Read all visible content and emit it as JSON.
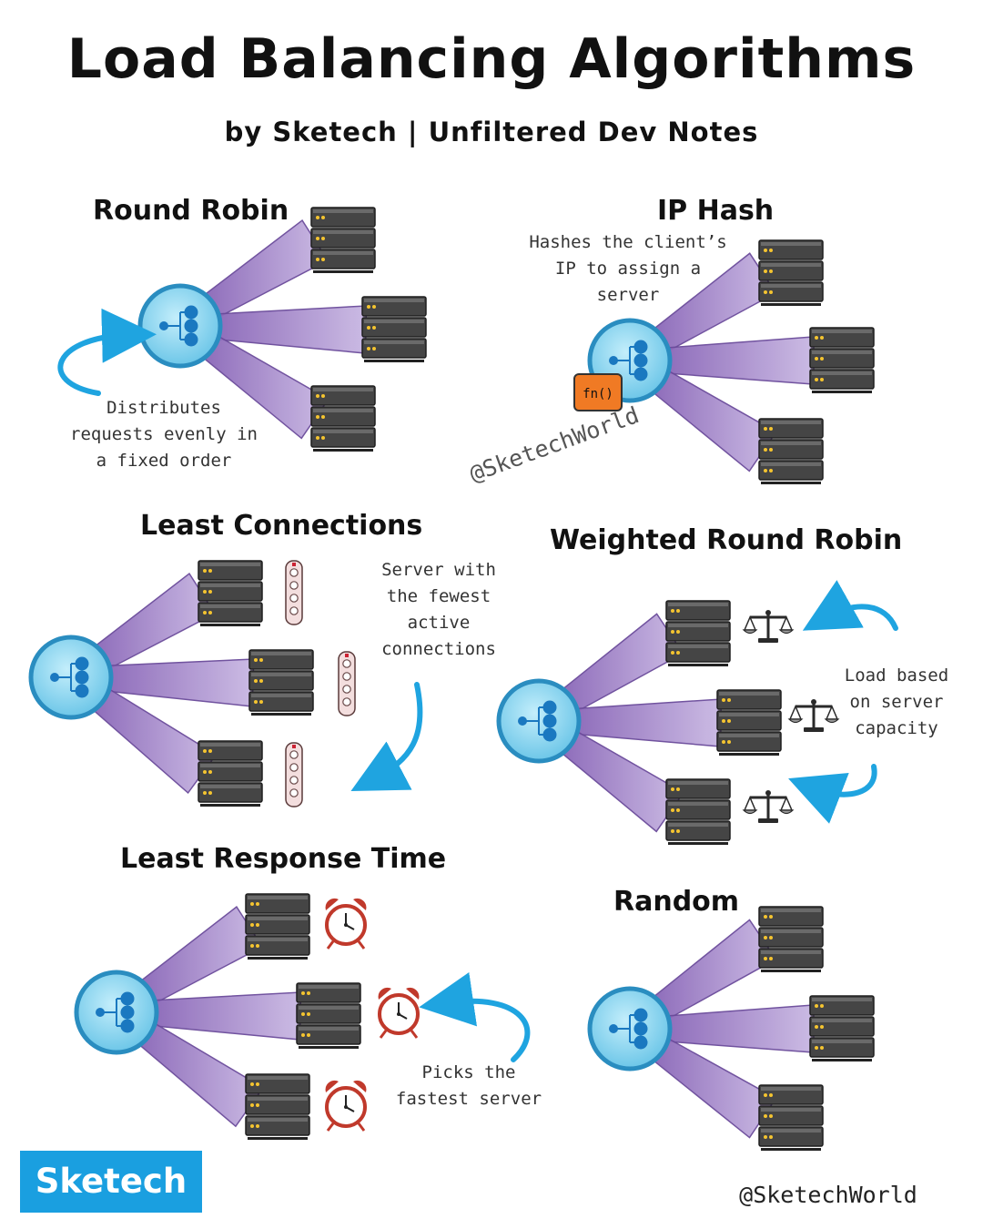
{
  "title": "Load Balancing Algorithms",
  "subtitle": "by Sketech | Unfiltered Dev Notes",
  "watermark": "@SketechWorld",
  "brand": {
    "logo": "Sketech",
    "handle": "@SketechWorld"
  },
  "colors": {
    "beam": "#8a64b8",
    "hub": "#7fd4ef",
    "hub_ring": "#2a8dc0",
    "server": "#3a3a3a",
    "arrow": "#1fa4e0",
    "brand": "#1a9fe0",
    "fn_badge": "#f07a24"
  },
  "sections": {
    "round_robin": {
      "heading": "Round Robin",
      "note": "Distributes\nrequests evenly in\na fixed order"
    },
    "ip_hash": {
      "heading": "IP Hash",
      "note": "Hashes the client’s\nIP to assign a\nserver",
      "badge": "fn()"
    },
    "least_connections": {
      "heading": "Least Connections",
      "note": "Server with\nthe fewest\nactive\nconnections"
    },
    "weighted_round_robin": {
      "heading": "Weighted Round Robin",
      "note": "Load based\non server\ncapacity"
    },
    "least_response_time": {
      "heading": "Least Response Time",
      "note": "Picks the\nfastest server"
    },
    "random": {
      "heading": "Random"
    }
  },
  "icons": {
    "hub": "network-hub-icon",
    "server": "server-rack-icon",
    "power_strip": "power-strip-icon",
    "scale": "balance-scale-icon",
    "clock": "alarm-clock-icon",
    "arrow": "curved-arrow-icon"
  }
}
